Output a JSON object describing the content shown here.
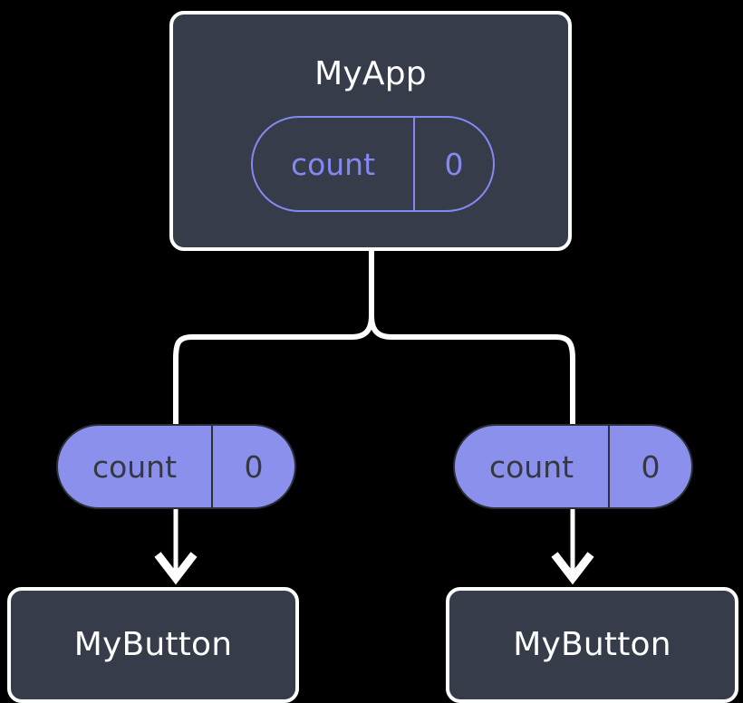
{
  "diagram": {
    "title": "MyApp component tree with count state",
    "background_color": "#000000",
    "accent_color": "#8b90ed",
    "card_fill": "#363c4a",
    "card_border": "#ffffff",
    "connector_color": "#ffffff"
  },
  "nodes": {
    "root": {
      "label": "MyApp",
      "state": {
        "name": "count",
        "value": "0"
      }
    },
    "left_child": {
      "label": "MyButton",
      "prop": {
        "name": "count",
        "value": "0"
      }
    },
    "right_child": {
      "label": "MyButton",
      "prop": {
        "name": "count",
        "value": "0"
      }
    }
  },
  "edges": [
    {
      "name": "root-to-left-prop",
      "style": "branch",
      "arrow": false
    },
    {
      "name": "root-to-right-prop",
      "style": "branch",
      "arrow": false
    },
    {
      "name": "left-prop-to-left-button",
      "style": "straight",
      "arrow": true
    },
    {
      "name": "right-prop-to-right-button",
      "style": "straight",
      "arrow": true
    }
  ]
}
